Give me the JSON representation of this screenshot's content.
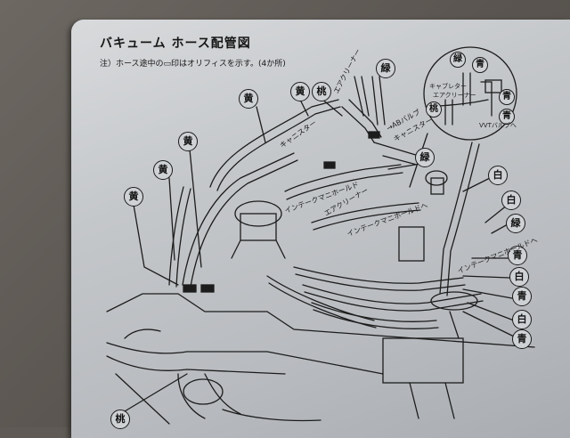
{
  "title": "バキューム ホース配管図",
  "note": "注）ホース途中の▭印はオリフィスを示す。(4か所)",
  "tags": {
    "yellow_1": "黄",
    "yellow_2": "黄",
    "yellow_3": "黄",
    "yellow_4": "黄",
    "yellow_5": "黄",
    "peach_1": "桃",
    "green_1": "緑",
    "green_2": "緑",
    "green_3": "緑",
    "inset_green": "緑",
    "inset_blue_1": "青",
    "inset_blue_2": "青",
    "inset_blue_3": "青",
    "inset_peach": "桃",
    "white_1": "白",
    "white_2": "白",
    "white_3": "白",
    "white_4": "白",
    "blue_1": "青",
    "blue_2": "青",
    "blue_3": "青",
    "peach_bottom": "桃"
  },
  "labels": {
    "canister_1": "キャニスター",
    "air_cleaner_1": "エアクリーナー",
    "abv_valve": "→ABバルブ",
    "canister_2": "キャニスター",
    "intake_manifold_1": "インテークマニホールド",
    "air_cleaner_2": "エアクリーナー",
    "intake_manifold_2": "インテークマニホールドへ",
    "intake_manifold_3": "インテークマニホールドへ",
    "inset_carburetor": "キャブレター",
    "inset_air_cleaner": "エアクリーナー",
    "inset_vvt": "VVTバルブへ"
  }
}
